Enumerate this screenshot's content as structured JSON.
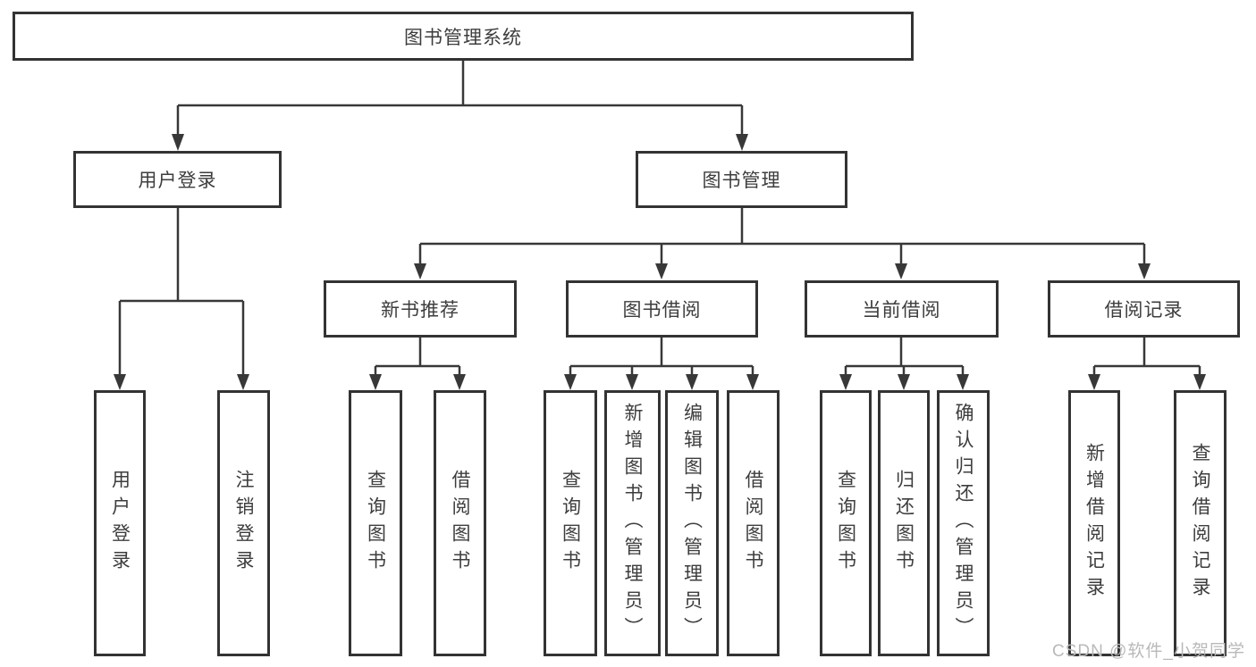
{
  "diagram": {
    "title": "图书管理系统",
    "branches": [
      {
        "label": "用户登录",
        "children": [
          {
            "label": "用户登录"
          },
          {
            "label": "注销登录"
          }
        ]
      },
      {
        "label": "图书管理",
        "children": [
          {
            "label": "新书推荐",
            "children": [
              {
                "label": "查询图书"
              },
              {
                "label": "借阅图书"
              }
            ]
          },
          {
            "label": "图书借阅",
            "children": [
              {
                "label": "查询图书"
              },
              {
                "label": "新增图书（管理员）"
              },
              {
                "label": "编辑图书（管理员）"
              },
              {
                "label": "借阅图书"
              }
            ]
          },
          {
            "label": "当前借阅",
            "children": [
              {
                "label": "查询图书"
              },
              {
                "label": "归还图书"
              },
              {
                "label": "确认归还（管理员）"
              }
            ]
          },
          {
            "label": "借阅记录",
            "children": [
              {
                "label": "新增借阅记录"
              },
              {
                "label": "查询借阅记录"
              }
            ]
          }
        ]
      }
    ]
  },
  "watermark": {
    "text": "CSDN @软件_小贺同学"
  },
  "colors": {
    "line": "#383838",
    "box_border": "#333333",
    "text": "#3d3d3d",
    "watermark": "#b9b9b9",
    "background": "#ffffff"
  }
}
